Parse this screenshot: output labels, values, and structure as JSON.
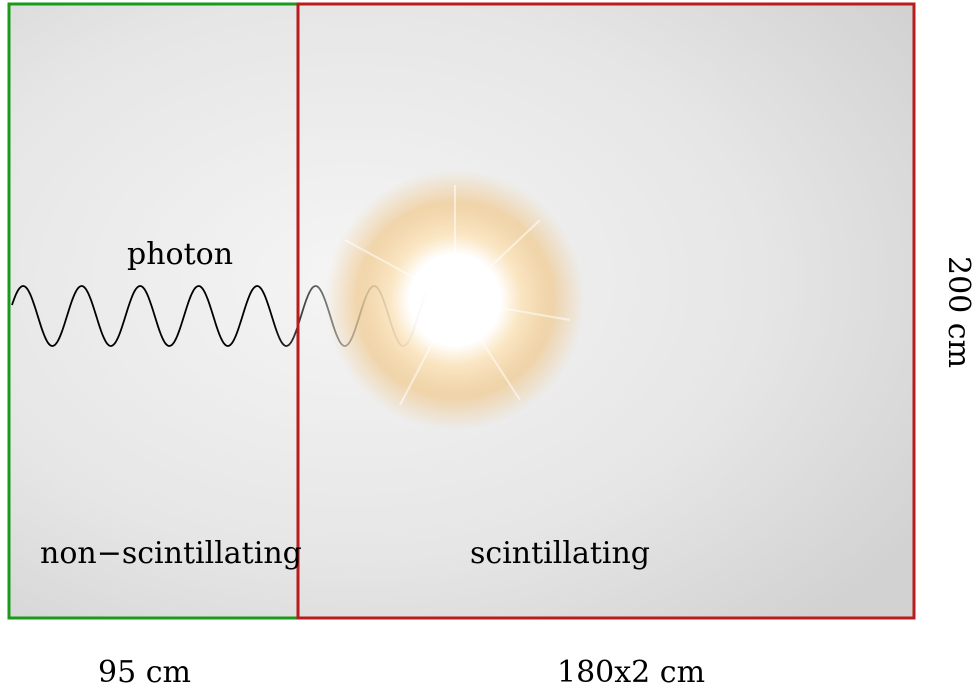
{
  "labels": {
    "photon": "photon",
    "non_scintillating": "non−scintillating",
    "scintillating": "scintillating",
    "width_non_scintillating": "95 cm",
    "width_scintillating": "180x2 cm",
    "height": "200 cm"
  },
  "colors": {
    "non_scintillating_border": "#1a9a1a",
    "scintillating_border": "#b81c1c",
    "background_light": "#f2f2f2",
    "background_dark": "#d6d6d6",
    "glow_core": "#ffffff",
    "glow_halo": "#f2c98a",
    "wave": "#000000"
  },
  "icons": {
    "wave": "photon-wave-icon",
    "flash": "scintillation-flash-icon"
  }
}
